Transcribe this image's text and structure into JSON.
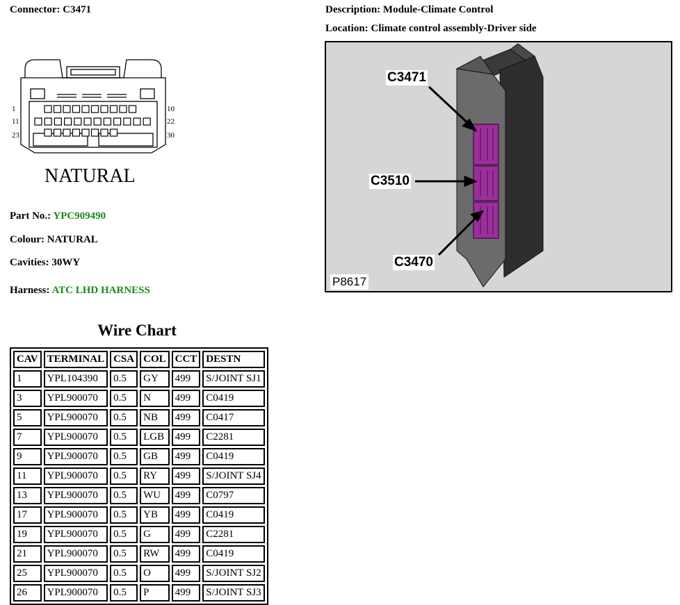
{
  "header": {
    "connector_label": "Connector:",
    "connector_value": "C3471",
    "description_label": "Description:",
    "description_value": "Module-Climate Control",
    "location_label": "Location:",
    "location_value": "Climate control assembly-Driver side"
  },
  "connector_drawing": {
    "pin_labels": [
      "1",
      "10",
      "11",
      "22",
      "23",
      "30"
    ],
    "colour_caption": "NATURAL"
  },
  "details": {
    "part_no_label": "Part No.:",
    "part_no_value": "YPC909490",
    "colour_label": "Colour:",
    "colour_value": "NATURAL",
    "cavities_label": "Cavities:",
    "cavities_value": "30WY",
    "harness_label": "Harness:",
    "harness_value": "ATC LHD HARNESS",
    "link_color": "#1a8a1a"
  },
  "photo": {
    "callouts": [
      "C3471",
      "C3510",
      "C3470"
    ],
    "id": "P8617",
    "connector_color": "#9b2f9b"
  },
  "wire_chart": {
    "title": "Wire Chart",
    "columns": [
      "CAV",
      "TERMINAL",
      "CSA",
      "COL",
      "CCT",
      "DESTN"
    ],
    "rows": [
      [
        "1",
        "YPL104390",
        "0.5",
        "GY",
        "499",
        "S/JOINT SJ1"
      ],
      [
        "3",
        "YPL900070",
        "0.5",
        "N",
        "499",
        "C0419"
      ],
      [
        "5",
        "YPL900070",
        "0.5",
        "NB",
        "499",
        "C0417"
      ],
      [
        "7",
        "YPL900070",
        "0.5",
        "LGB",
        "499",
        "C2281"
      ],
      [
        "9",
        "YPL900070",
        "0.5",
        "GB",
        "499",
        "C0419"
      ],
      [
        "11",
        "YPL900070",
        "0.5",
        "RY",
        "499",
        "S/JOINT SJ4"
      ],
      [
        "13",
        "YPL900070",
        "0.5",
        "WU",
        "499",
        "C0797"
      ],
      [
        "17",
        "YPL900070",
        "0.5",
        "YB",
        "499",
        "C0419"
      ],
      [
        "19",
        "YPL900070",
        "0.5",
        "G",
        "499",
        "C2281"
      ],
      [
        "21",
        "YPL900070",
        "0.5",
        "RW",
        "499",
        "C0419"
      ],
      [
        "25",
        "YPL900070",
        "0.5",
        "O",
        "499",
        "S/JOINT SJ2"
      ],
      [
        "26",
        "YPL900070",
        "0.5",
        "P",
        "499",
        "S/JOINT SJ3"
      ]
    ]
  }
}
